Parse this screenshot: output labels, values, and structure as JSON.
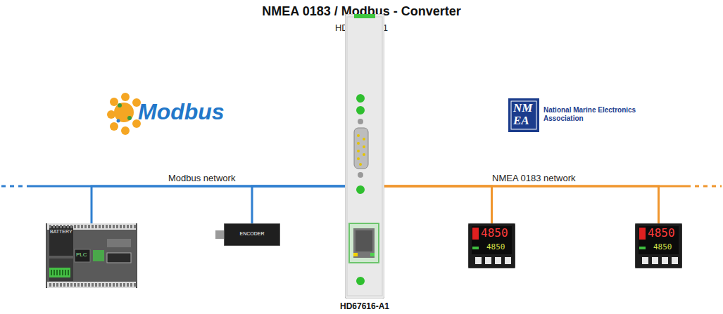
{
  "diagram": {
    "title": "NMEA 0183 / Modbus - Converter",
    "nodes": [
      {
        "text": [
          "BATTERY",
          "PLC"
        ]
      },
      {
        "text": [
          "ENCODER"
        ]
      },
      {
        "text": [
          "HD67616-A1"
        ]
      },
      {
        "text": [
          "4850",
          "4850"
        ]
      },
      {
        "text": [
          "4850",
          "4850"
        ]
      }
    ],
    "edges": [
      {
        "from": 0,
        "to": 2,
        "arrow": "none"
      },
      {
        "from": 1,
        "to": 2,
        "arrow": "none"
      },
      {
        "from": 2,
        "to": 3,
        "arrow": "none"
      },
      {
        "from": 2,
        "to": 4,
        "arrow": "none"
      }
    ],
    "labels": [
      "HD67616-A1",
      "Modbus",
      "NMEA",
      "National Marine Electronics Association",
      "Modbus network",
      "NMEA 0183 network"
    ]
  }
}
